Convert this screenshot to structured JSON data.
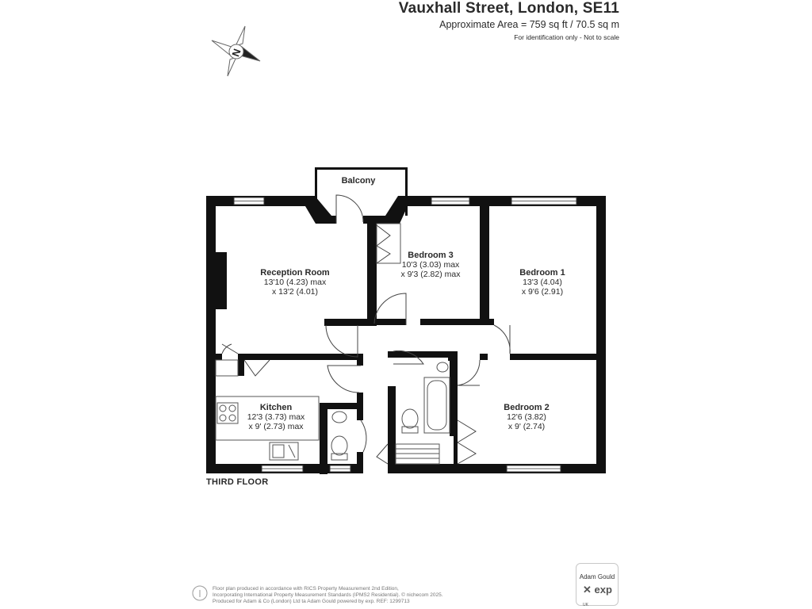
{
  "header": {
    "title": "Vauxhall Street, London, SE11",
    "area": "Approximate Area = 759 sq ft / 70.5 sq m",
    "disclaimer": "For identification only - Not to scale"
  },
  "compass": {
    "label": "N"
  },
  "rooms": {
    "balcony": {
      "name": "Balcony"
    },
    "reception": {
      "name": "Reception Room",
      "dim1": "13'10 (4.23) max",
      "dim2": "x 13'2 (4.01)"
    },
    "bedroom3": {
      "name": "Bedroom 3",
      "dim1": "10'3 (3.03) max",
      "dim2": "x 9'3 (2.82) max"
    },
    "bedroom1": {
      "name": "Bedroom 1",
      "dim1": "13'3 (4.04)",
      "dim2": "x 9'6 (2.91)"
    },
    "kitchen": {
      "name": "Kitchen",
      "dim1": "12'3 (3.73) max",
      "dim2": "x 9' (2.73) max"
    },
    "bedroom2": {
      "name": "Bedroom 2",
      "dim1": "12'6 (3.82)",
      "dim2": "x 9' (2.74)"
    }
  },
  "floor_label": "THIRD FLOOR",
  "footer": {
    "line1": "Floor plan produced in accordance with RICS Property Measurement 2nd Edition,",
    "line2": "Incorporating International Property Measurement Standards (IPMS2 Residential).  © nichecom 2025.",
    "line3": "Produced for Adam & Co (London) Ltd ta Adam Gould powered by exp.    REF: 1299713"
  },
  "branding": {
    "name": "Adam Gould",
    "logo": "exp",
    "logo_sub": "UK"
  },
  "colors": {
    "wall": "#111111",
    "text": "#2a2a2a",
    "line": "#555555"
  }
}
